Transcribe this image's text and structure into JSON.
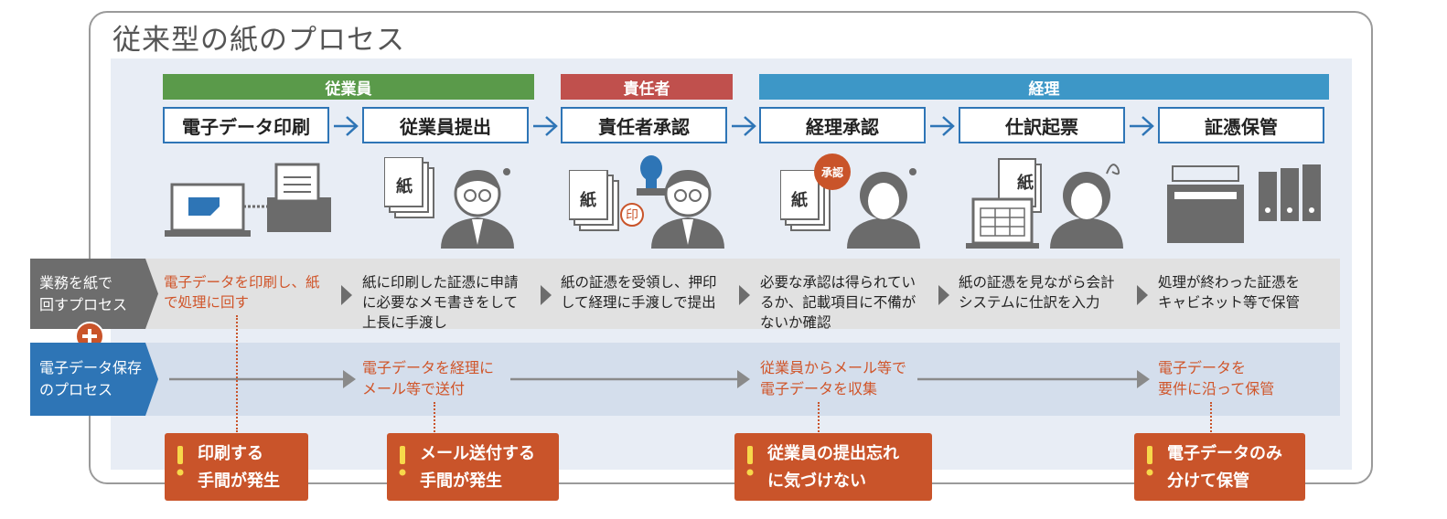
{
  "title": "従来型の紙のプロセス",
  "roles": {
    "employee": "従業員",
    "manager": "責任者",
    "accounting": "経理"
  },
  "steps": [
    "電子データ印刷",
    "従業員提出",
    "責任者承認",
    "経理承認",
    "仕訳起票",
    "証憑保管"
  ],
  "icon_labels": {
    "paper": "紙",
    "seal": "印",
    "approved": "承認"
  },
  "paper_process": {
    "label_line1": "業務を紙で",
    "label_line2": "回すプロセス",
    "descriptions": [
      [
        "電子データを印刷し、紙",
        "で処理に回す"
      ],
      [
        "紙に印刷した証憑に申請",
        "に必要なメモ書きをして",
        "上長に手渡し"
      ],
      [
        "紙の証憑を受領し、押印",
        "して経理に手渡しで提出"
      ],
      [
        "必要な承認は得られてい",
        "るか、記載項目に不備が",
        "ないか確認"
      ],
      [
        "紙の証憑を見ながら会計",
        "システムに仕訳を入力"
      ],
      [
        "処理が終わった証憑を",
        "キャビネット等で保管"
      ]
    ]
  },
  "electronic_process": {
    "label_line1": "電子データ保存",
    "label_line2": "のプロセス",
    "items": [
      [
        "電子データを経理に",
        "メール等で送付"
      ],
      [
        "従業員からメール等で",
        "電子データを収集"
      ],
      [
        "電子データを",
        "要件に沿って保管"
      ]
    ]
  },
  "warnings": [
    [
      "印刷する",
      "手間が発生"
    ],
    [
      "メール送付する",
      "手間が発生"
    ],
    [
      "従業員の提出忘れ",
      "に気づけない"
    ],
    [
      "電子データのみ",
      "分けて保管"
    ]
  ],
  "colors": {
    "employee": "#5a9a4a",
    "manager": "#c0504d",
    "accounting": "#3d97c7",
    "step_border": "#2e75b6",
    "warning": "#c9542a",
    "electronic_label": "#2e75b6",
    "paper_label": "#6d6d6d"
  }
}
